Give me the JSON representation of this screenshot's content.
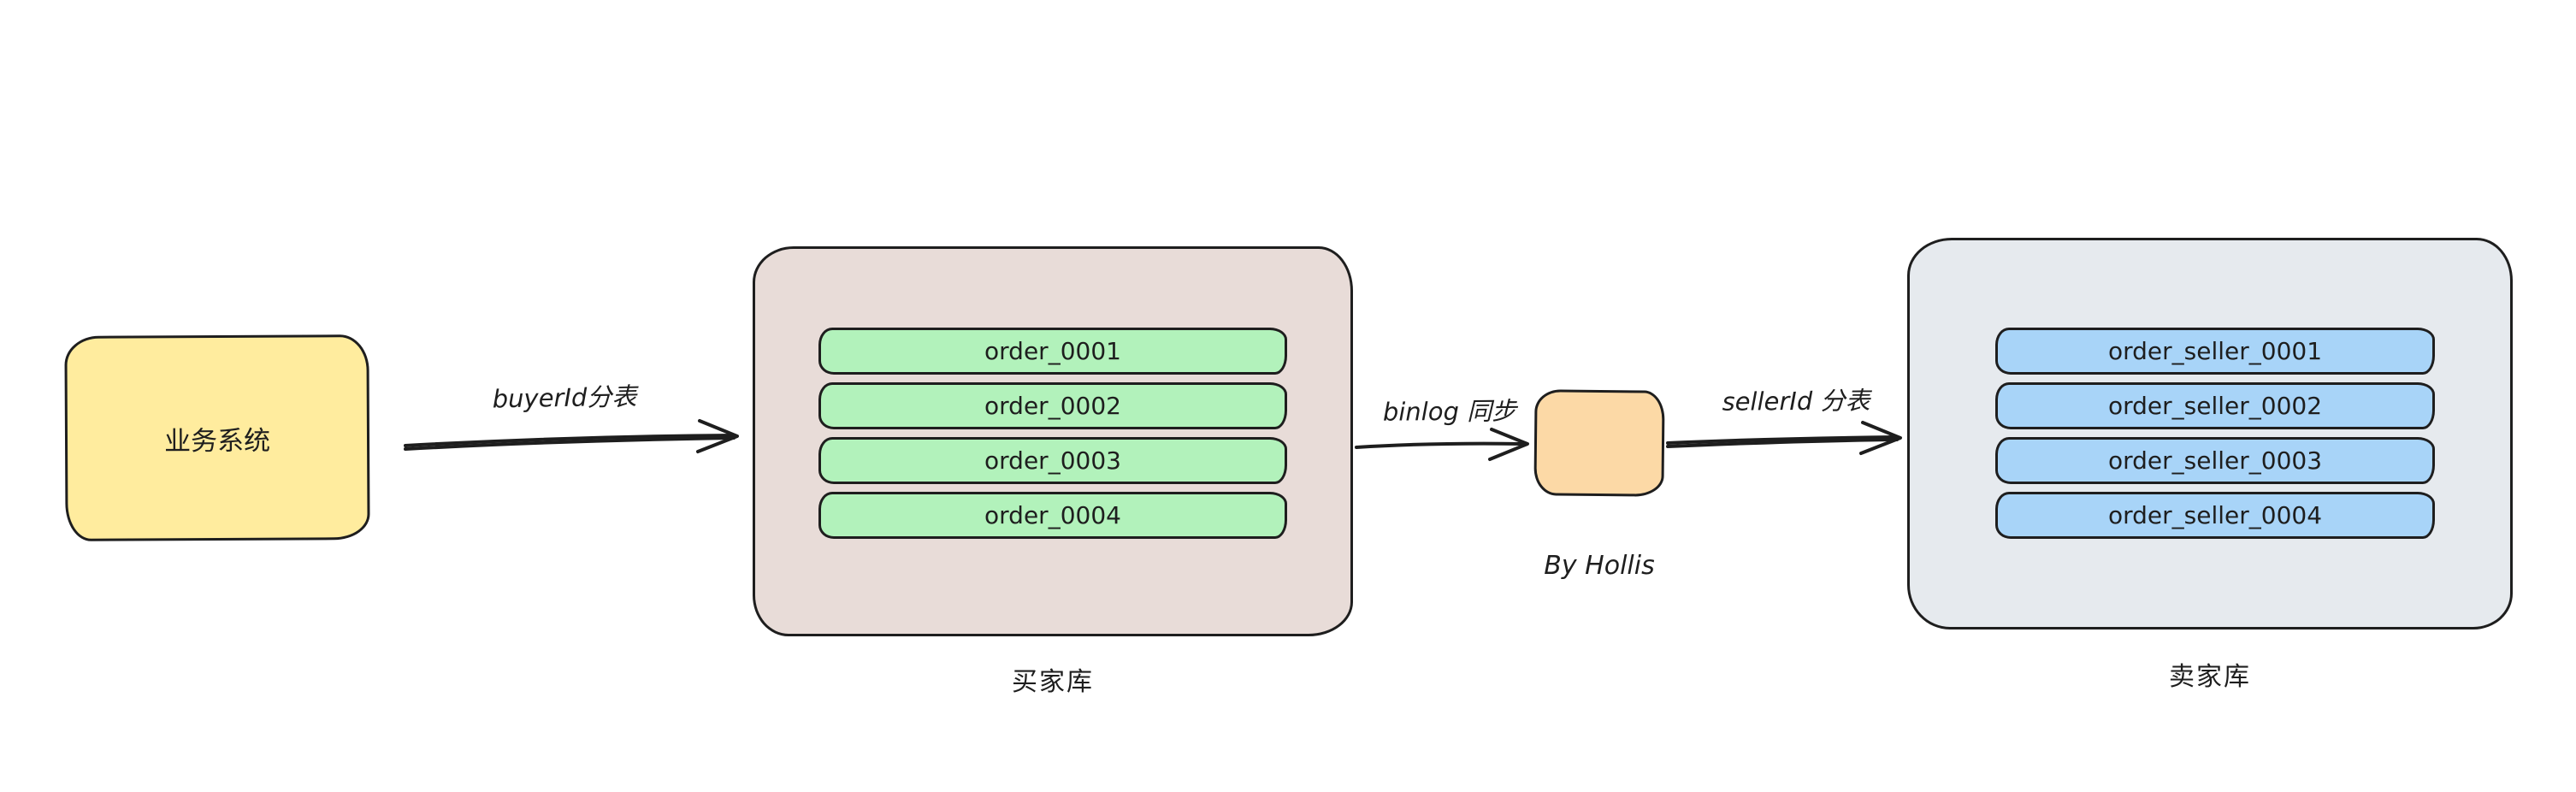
{
  "colors": {
    "stroke": "#1e1e1e",
    "business-fill": "#ffec9e",
    "buyer-container-fill": "#e8dcd8",
    "buyer-table-fill": "#b2f2bb",
    "sync-fill": "#fcd9a6",
    "seller-container-fill": "#e6eaee",
    "seller-table-fill": "#a8d4f8"
  },
  "nodes": {
    "business_system": {
      "label": "业务系统"
    },
    "buyer_db": {
      "label": "买家库",
      "tables": [
        "order_0001",
        "order_0002",
        "order_0003",
        "order_0004"
      ]
    },
    "sync_node": {
      "caption": "By Hollis"
    },
    "seller_db": {
      "label": "卖家库",
      "tables": [
        "order_seller_0001",
        "order_seller_0002",
        "order_seller_0003",
        "order_seller_0004"
      ]
    }
  },
  "arrows": {
    "buyer_shard": {
      "label": "buyerId分表"
    },
    "binlog_sync": {
      "label": "binlog 同步"
    },
    "seller_shard": {
      "label": "sellerId 分表"
    }
  }
}
